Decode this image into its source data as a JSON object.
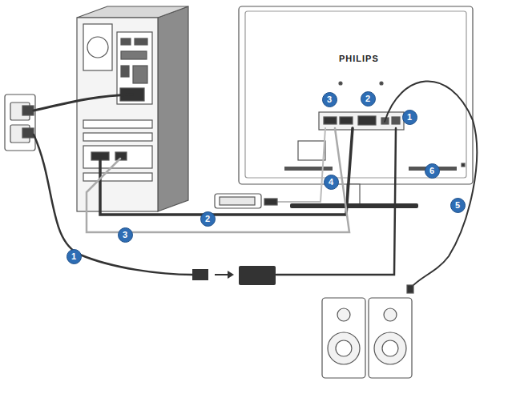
{
  "diagram": {
    "labels": [
      "PHILIPS",
      "3",
      "2",
      "1",
      "6",
      "4",
      "2",
      "3",
      "1",
      "5"
    ]
  }
}
